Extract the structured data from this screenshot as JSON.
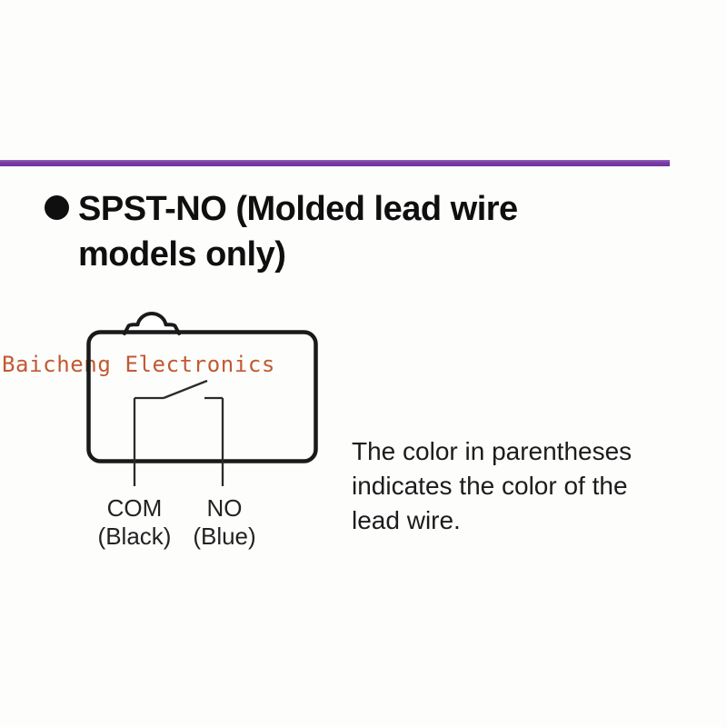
{
  "heading": {
    "line1": "SPST-NO (Molded lead wire",
    "line2": "models only)"
  },
  "watermark": {
    "text": "Baicheng Electronics",
    "color": "#c15a33"
  },
  "divider": {
    "color": "#7a3da6"
  },
  "diagram": {
    "type": "circuit-schematic",
    "description": "SPST-NO microswitch body with plunger button and open contact",
    "terminals": [
      {
        "name": "COM",
        "wire_color": "(Black)"
      },
      {
        "name": "NO",
        "wire_color": "(Blue)"
      }
    ]
  },
  "note": {
    "line1": "The color in parentheses",
    "line2": "indicates the color of the",
    "line3": "lead wire."
  }
}
